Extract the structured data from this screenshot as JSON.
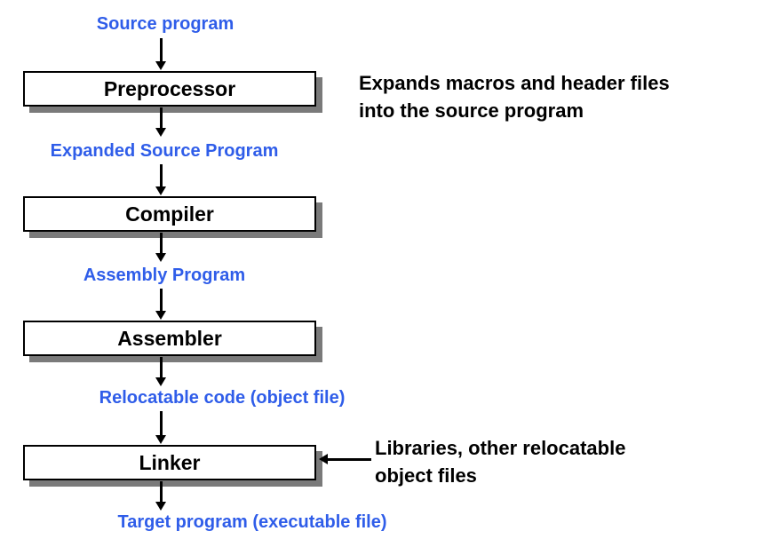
{
  "diagram": {
    "stages": [
      {
        "id": "preprocessor",
        "label": "Preprocessor"
      },
      {
        "id": "compiler",
        "label": "Compiler"
      },
      {
        "id": "assembler",
        "label": "Assembler"
      },
      {
        "id": "linker",
        "label": "Linker"
      }
    ],
    "flow_labels": [
      {
        "id": "source-program",
        "text": "Source program"
      },
      {
        "id": "expanded-source-program",
        "text": "Expanded Source Program"
      },
      {
        "id": "assembly-program",
        "text": "Assembly Program"
      },
      {
        "id": "relocatable-code",
        "text": "Relocatable code (object file)"
      },
      {
        "id": "target-program",
        "text": "Target program (executable file)"
      }
    ],
    "notes": {
      "preprocessor": [
        "Expands macros and header files",
        "into the source program"
      ],
      "linker": [
        "Libraries, other relocatable",
        "object files"
      ]
    },
    "colors": {
      "flow_label": "#2f5de9",
      "box_border": "#000000",
      "box_shadow": "#7a7a7a",
      "text": "#000000"
    }
  }
}
